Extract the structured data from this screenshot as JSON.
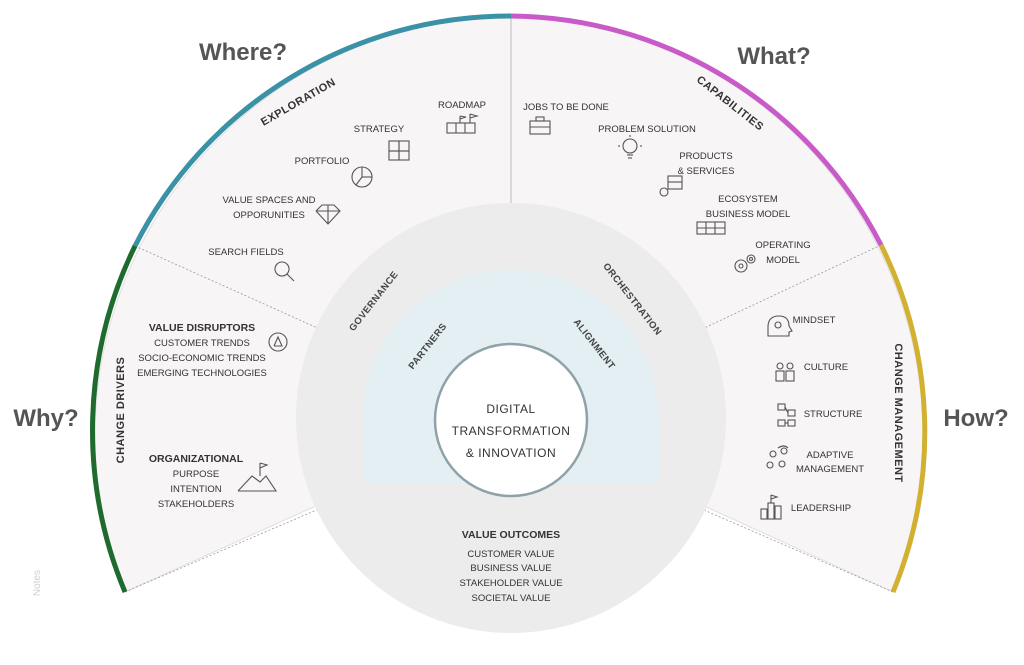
{
  "questions": {
    "where": "Where?",
    "what": "What?",
    "why": "Why?",
    "how": "How?"
  },
  "segments": {
    "exploration": "EXPLORATION",
    "capabilities": "CAPABILITIES",
    "change_drivers": "CHANGE DRIVERS",
    "change_management": "CHANGE MANAGEMENT"
  },
  "exploration_items": {
    "roadmap": "ROADMAP",
    "strategy": "STRATEGY",
    "portfolio": "PORTFOLIO",
    "value_spaces_1": "VALUE SPACES AND",
    "value_spaces_2": "OPPORUNITIES",
    "search_fields": "SEARCH FIELDS"
  },
  "capabilities_items": {
    "jobs": "JOBS TO BE DONE",
    "problem": "PROBLEM SOLUTION",
    "products_1": "PRODUCTS",
    "products_2": "& SERVICES",
    "ecosystem_1": "ECOSYSTEM",
    "ecosystem_2": "BUSINESS MODEL",
    "operating_1": "OPERATING",
    "operating_2": "MODEL"
  },
  "drivers": {
    "value_disruptors": "VALUE DISRUPTORS",
    "vd_items": [
      "CUSTOMER TRENDS",
      "SOCIO-ECONOMIC TRENDS",
      "EMERGING TECHNOLOGIES"
    ],
    "organizational": "ORGANIZATIONAL",
    "org_items": [
      "PURPOSE",
      "INTENTION",
      "STAKEHOLDERS"
    ]
  },
  "change_mgmt_items": {
    "mindset": "MINDSET",
    "culture": "CULTURE",
    "structure": "STRUCTURE",
    "adaptive_1": "ADAPTIVE",
    "adaptive_2": "MANAGEMENT",
    "leadership": "LEADERSHIP"
  },
  "rings": {
    "governance": "GOVERNANCE",
    "orchestration": "ORCHESTRATION",
    "partners": "PARTNERS",
    "alignment": "ALIGNMENT"
  },
  "center": {
    "line1": "DIGITAL",
    "line2": "TRANSFORMATION",
    "line3": "& INNOVATION"
  },
  "outcomes": {
    "title": "VALUE OUTCOMES",
    "items": [
      "CUSTOMER VALUE",
      "BUSINESS VALUE",
      "STAKEHOLDER VALUE",
      "SOCIETAL VALUE"
    ]
  },
  "notes": "Notes",
  "colors": {
    "where_arc": "#3b91a6",
    "what_arc": "#c95bc9",
    "why_arc": "#1f6b2e",
    "how_arc": "#d2b132",
    "panel": "#f7f5f5",
    "ring": "#ececec",
    "inner": "#e3eff2"
  }
}
